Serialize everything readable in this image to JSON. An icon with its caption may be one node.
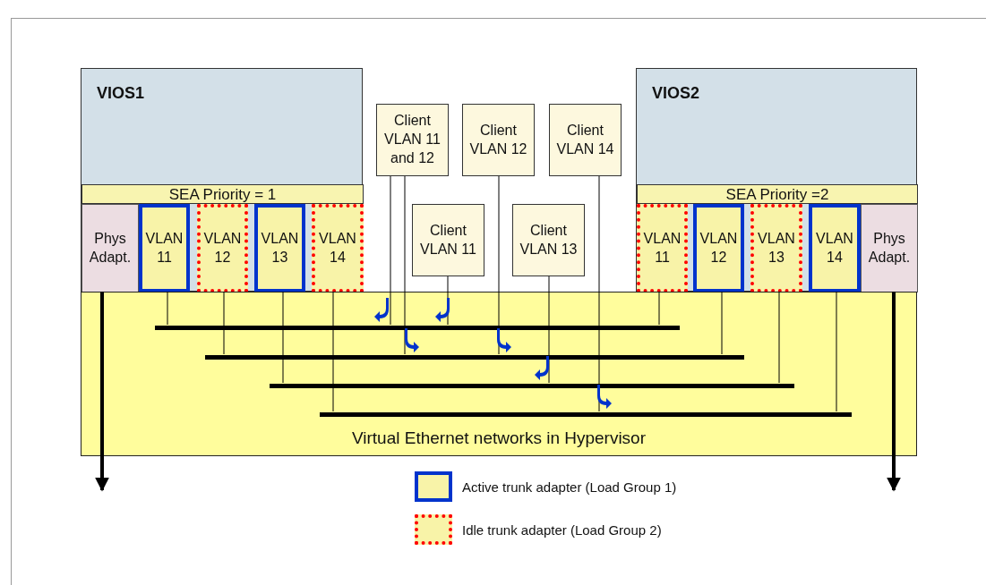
{
  "diagram": {
    "nodes": [
      {
        "text": [
          "VIOS1"
        ]
      },
      {
        "text": [
          "SEA Priority = 1"
        ],
        "in": 0
      },
      {
        "text": [
          "Phys Adapt."
        ],
        "in": 0
      },
      {
        "text": [
          "VLAN 11"
        ],
        "in": 0
      },
      {
        "text": [
          "VLAN 12"
        ],
        "in": 0
      },
      {
        "text": [
          "VLAN 13"
        ],
        "in": 0
      },
      {
        "text": [
          "VLAN 14"
        ],
        "in": 0
      },
      {
        "text": [
          "Client VLAN 11 and 12"
        ]
      },
      {
        "text": [
          "Client VLAN 12"
        ]
      },
      {
        "text": [
          "Client VLAN 14"
        ]
      },
      {
        "text": [
          "VIOS2"
        ]
      },
      {
        "text": [
          "SEA Priority =2"
        ],
        "in": 10
      },
      {
        "text": [
          "VLAN 11"
        ],
        "in": 10
      },
      {
        "text": [
          "VLAN 12"
        ],
        "in": 10
      },
      {
        "text": [
          "VLAN 13"
        ],
        "in": 10
      },
      {
        "text": [
          "VLAN 14"
        ],
        "in": 10
      },
      {
        "text": [
          "Phys Adapt."
        ],
        "in": 10
      },
      {
        "text": [
          "Client VLAN 11"
        ]
      },
      {
        "text": [
          "Client VLAN 13"
        ]
      },
      {
        "text": [
          "Virtual Ethernet networks in Hypervisor"
        ]
      },
      {
        "text": [],
        "shape": "bar",
        "in": 19
      },
      {
        "text": [],
        "shape": "bar",
        "in": 19
      },
      {
        "text": [],
        "shape": "bar",
        "in": 19
      },
      {
        "text": [],
        "shape": "bar",
        "in": 19
      }
    ],
    "edges": [
      {
        "from": 3,
        "to": 20,
        "arrow": "none"
      },
      {
        "from": 4,
        "to": 21,
        "arrow": "none"
      },
      {
        "from": 5,
        "to": 22,
        "arrow": "none"
      },
      {
        "from": 6,
        "to": 23,
        "arrow": "none"
      },
      {
        "from": 12,
        "to": 20,
        "arrow": "none"
      },
      {
        "from": 13,
        "to": 21,
        "arrow": "none"
      },
      {
        "from": 14,
        "to": 22,
        "arrow": "none"
      },
      {
        "from": 15,
        "to": 23,
        "arrow": "none"
      },
      {
        "from": 7,
        "to": 20,
        "arrow": "none"
      },
      {
        "from": 7,
        "to": 21,
        "arrow": "none"
      },
      {
        "from": 8,
        "to": 21,
        "arrow": "none"
      },
      {
        "from": 9,
        "to": 23,
        "arrow": "none"
      },
      {
        "from": 17,
        "to": 20,
        "arrow": "none"
      },
      {
        "from": 18,
        "to": 22,
        "arrow": "none"
      },
      {
        "from": 2,
        "to": null,
        "arrow": "to",
        "style": "thick"
      },
      {
        "from": 16,
        "to": null,
        "arrow": "to",
        "style": "thick"
      }
    ],
    "legend": [
      {
        "text": "Active trunk adapter (Load Group 1)"
      },
      {
        "text": "Idle trunk adapter (Load Group 2)"
      }
    ]
  }
}
